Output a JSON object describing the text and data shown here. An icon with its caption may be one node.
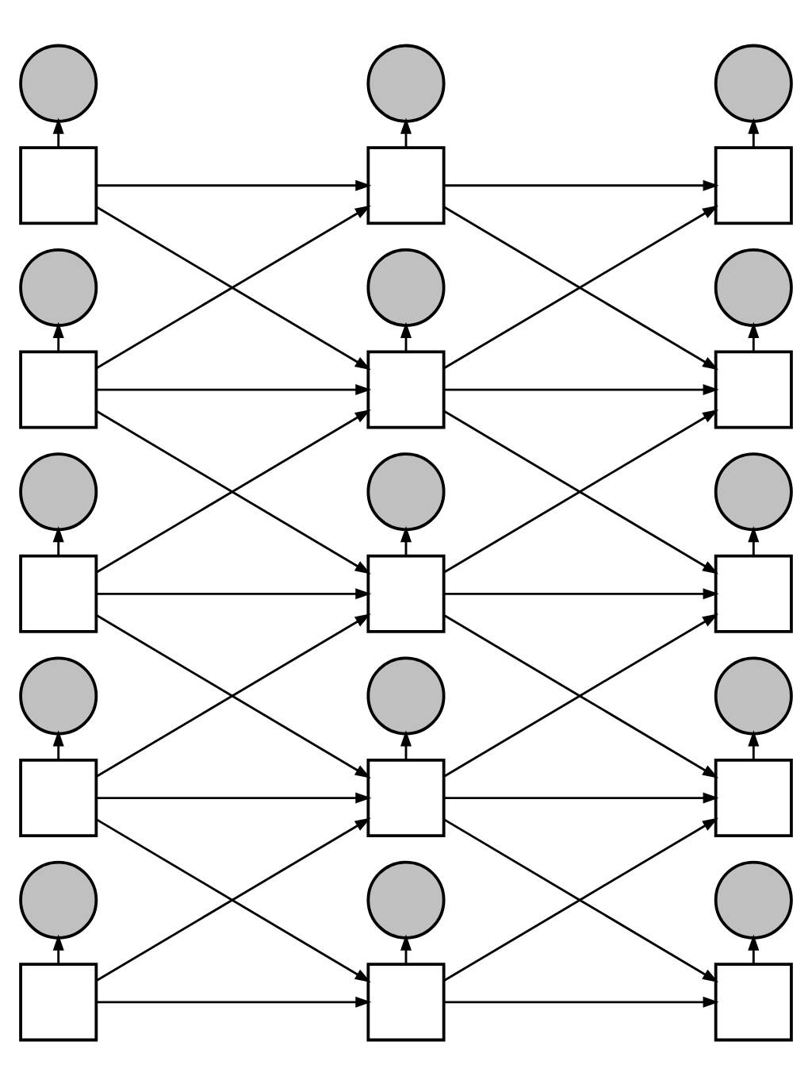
{
  "diagram": {
    "nodes": [
      {
        "text": [],
        "shape": "circle"
      },
      {
        "text": [],
        "shape": "circle"
      },
      {
        "text": [],
        "shape": "circle"
      },
      {
        "text": [],
        "shape": "box"
      },
      {
        "text": [],
        "shape": "box"
      },
      {
        "text": [],
        "shape": "box"
      },
      {
        "text": [],
        "shape": "circle"
      },
      {
        "text": [],
        "shape": "circle"
      },
      {
        "text": [],
        "shape": "circle"
      },
      {
        "text": [],
        "shape": "box"
      },
      {
        "text": [],
        "shape": "box"
      },
      {
        "text": [],
        "shape": "box"
      },
      {
        "text": [],
        "shape": "circle"
      },
      {
        "text": [],
        "shape": "circle"
      },
      {
        "text": [],
        "shape": "circle"
      },
      {
        "text": [],
        "shape": "box"
      },
      {
        "text": [],
        "shape": "box"
      },
      {
        "text": [],
        "shape": "box"
      },
      {
        "text": [],
        "shape": "circle"
      },
      {
        "text": [],
        "shape": "circle"
      },
      {
        "text": [],
        "shape": "circle"
      },
      {
        "text": [],
        "shape": "box"
      },
      {
        "text": [],
        "shape": "box"
      },
      {
        "text": [],
        "shape": "box"
      },
      {
        "text": [],
        "shape": "circle"
      },
      {
        "text": [],
        "shape": "circle"
      },
      {
        "text": [],
        "shape": "circle"
      },
      {
        "text": [],
        "shape": "box"
      },
      {
        "text": [],
        "shape": "box"
      },
      {
        "text": [],
        "shape": "box"
      }
    ],
    "edges": [
      {
        "from": 3,
        "to": 0,
        "arrow": "to"
      },
      {
        "from": 3,
        "to": 4,
        "arrow": "to"
      },
      {
        "from": 3,
        "to": 10,
        "arrow": "to"
      },
      {
        "from": 4,
        "to": 1,
        "arrow": "to"
      },
      {
        "from": 4,
        "to": 5,
        "arrow": "to"
      },
      {
        "from": 4,
        "to": 11,
        "arrow": "to"
      },
      {
        "from": 5,
        "to": 2,
        "arrow": "to"
      },
      {
        "from": 9,
        "to": 6,
        "arrow": "to"
      },
      {
        "from": 9,
        "to": 4,
        "arrow": "to"
      },
      {
        "from": 9,
        "to": 10,
        "arrow": "to"
      },
      {
        "from": 9,
        "to": 16,
        "arrow": "to"
      },
      {
        "from": 10,
        "to": 7,
        "arrow": "to"
      },
      {
        "from": 10,
        "to": 5,
        "arrow": "to"
      },
      {
        "from": 10,
        "to": 11,
        "arrow": "to"
      },
      {
        "from": 10,
        "to": 17,
        "arrow": "to"
      },
      {
        "from": 11,
        "to": 8,
        "arrow": "to"
      },
      {
        "from": 15,
        "to": 12,
        "arrow": "to"
      },
      {
        "from": 15,
        "to": 10,
        "arrow": "to"
      },
      {
        "from": 15,
        "to": 16,
        "arrow": "to"
      },
      {
        "from": 15,
        "to": 22,
        "arrow": "to"
      },
      {
        "from": 16,
        "to": 13,
        "arrow": "to"
      },
      {
        "from": 16,
        "to": 11,
        "arrow": "to"
      },
      {
        "from": 16,
        "to": 17,
        "arrow": "to"
      },
      {
        "from": 16,
        "to": 23,
        "arrow": "to"
      },
      {
        "from": 17,
        "to": 14,
        "arrow": "to"
      },
      {
        "from": 21,
        "to": 18,
        "arrow": "to"
      },
      {
        "from": 21,
        "to": 16,
        "arrow": "to"
      },
      {
        "from": 21,
        "to": 22,
        "arrow": "to"
      },
      {
        "from": 21,
        "to": 28,
        "arrow": "to"
      },
      {
        "from": 22,
        "to": 19,
        "arrow": "to"
      },
      {
        "from": 22,
        "to": 17,
        "arrow": "to"
      },
      {
        "from": 22,
        "to": 23,
        "arrow": "to"
      },
      {
        "from": 22,
        "to": 29,
        "arrow": "to"
      },
      {
        "from": 23,
        "to": 20,
        "arrow": "to"
      },
      {
        "from": 27,
        "to": 24,
        "arrow": "to"
      },
      {
        "from": 27,
        "to": 22,
        "arrow": "to"
      },
      {
        "from": 27,
        "to": 28,
        "arrow": "to"
      },
      {
        "from": 28,
        "to": 25,
        "arrow": "to"
      },
      {
        "from": 28,
        "to": 23,
        "arrow": "to"
      },
      {
        "from": 28,
        "to": 29,
        "arrow": "to"
      },
      {
        "from": 29,
        "to": 26,
        "arrow": "to"
      }
    ]
  }
}
